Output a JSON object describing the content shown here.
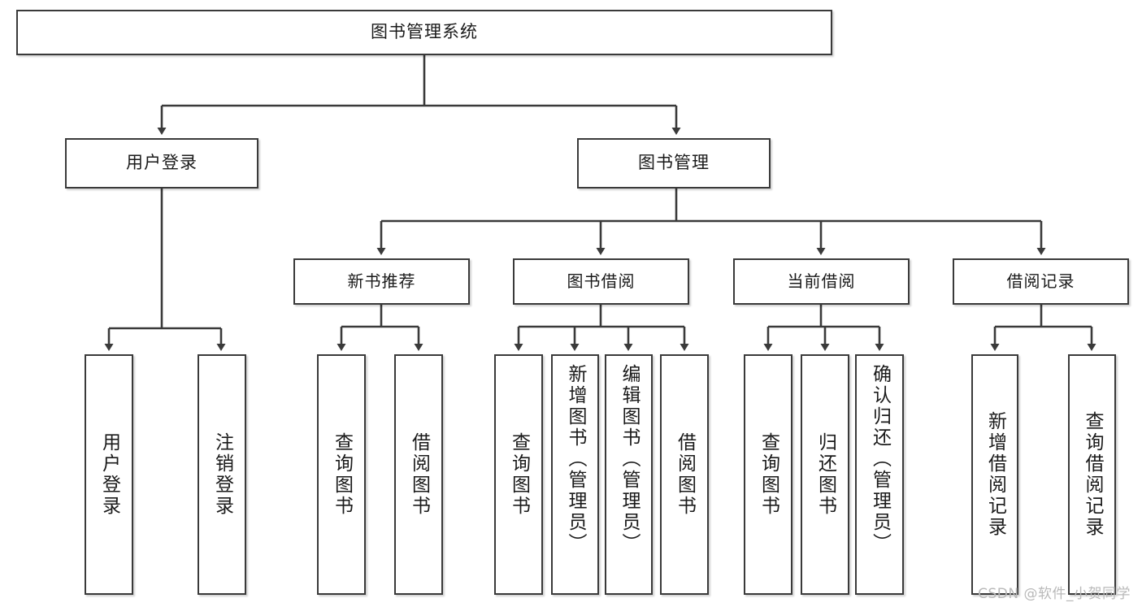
{
  "diagram": {
    "title": "图书管理系统",
    "type": "tree-hierarchy",
    "watermark": "CSDN @软件_小贺同学",
    "stroke_color": "#3a3a3a",
    "text_color": "#1a1a1a",
    "background": "#ffffff"
  },
  "nodes": {
    "root": {
      "label": "图书管理系统"
    },
    "level1": [
      {
        "label": "用户登录"
      },
      {
        "label": "图书管理"
      }
    ],
    "level2": [
      {
        "label": "新书推荐"
      },
      {
        "label": "图书借阅"
      },
      {
        "label": "当前借阅"
      },
      {
        "label": "借阅记录"
      }
    ],
    "leaves": {
      "user_login": [
        {
          "label": "用户登录"
        },
        {
          "label": "注销登录"
        }
      ],
      "new_book_recommend": [
        {
          "label": "查询图书"
        },
        {
          "label": "借阅图书"
        }
      ],
      "book_borrow": [
        {
          "label": "查询图书"
        },
        {
          "label": "新增图书（管理员）"
        },
        {
          "label": "编辑图书（管理员）"
        },
        {
          "label": "借阅图书"
        }
      ],
      "current_borrow": [
        {
          "label": "查询图书"
        },
        {
          "label": "归还图书"
        },
        {
          "label": "确认归还（管理员）"
        }
      ],
      "borrow_record": [
        {
          "label": "新增借阅记录"
        },
        {
          "label": "查询借阅记录"
        }
      ]
    }
  }
}
